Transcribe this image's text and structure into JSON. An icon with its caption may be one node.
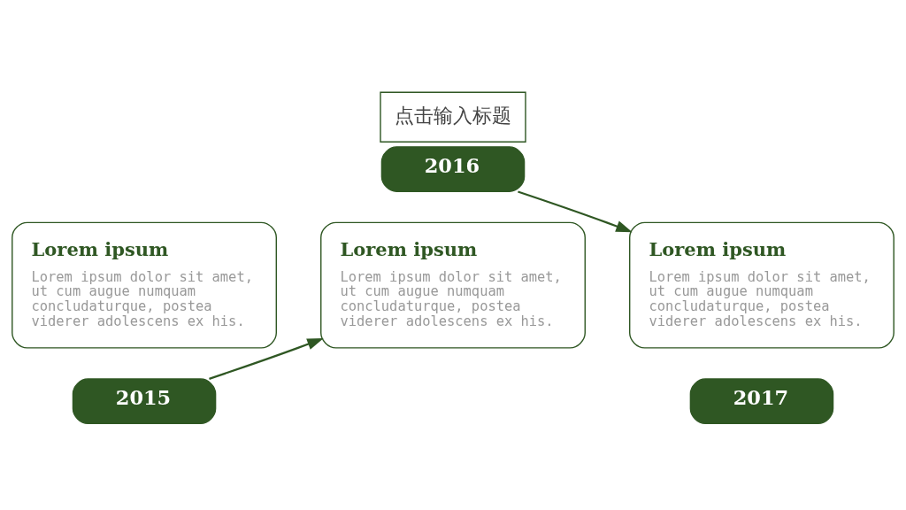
{
  "diagram": {
    "title": "点击输入标题",
    "nodes": [
      {
        "text": [
          "Lorem ipsum",
          "Lorem ipsum dolor sit amet, ut cum augue numquam concludaturque, postea viderer adolescens ex his."
        ]
      },
      {
        "text": [
          "2015"
        ]
      },
      {
        "text": [
          "Lorem ipsum",
          "Lorem ipsum dolor sit amet, ut cum augue numquam concludaturque, postea viderer adolescens ex his."
        ]
      },
      {
        "text": [
          "2016"
        ]
      },
      {
        "text": [
          "Lorem ipsum",
          "Lorem ipsum dolor sit amet, ut cum augue numquam concludaturque, postea viderer adolescens ex his."
        ]
      },
      {
        "text": [
          "2017"
        ]
      }
    ],
    "edges": [
      {
        "from": 1,
        "to": 2,
        "arrow": "to"
      },
      {
        "from": 3,
        "to": 4,
        "arrow": "to"
      }
    ]
  }
}
